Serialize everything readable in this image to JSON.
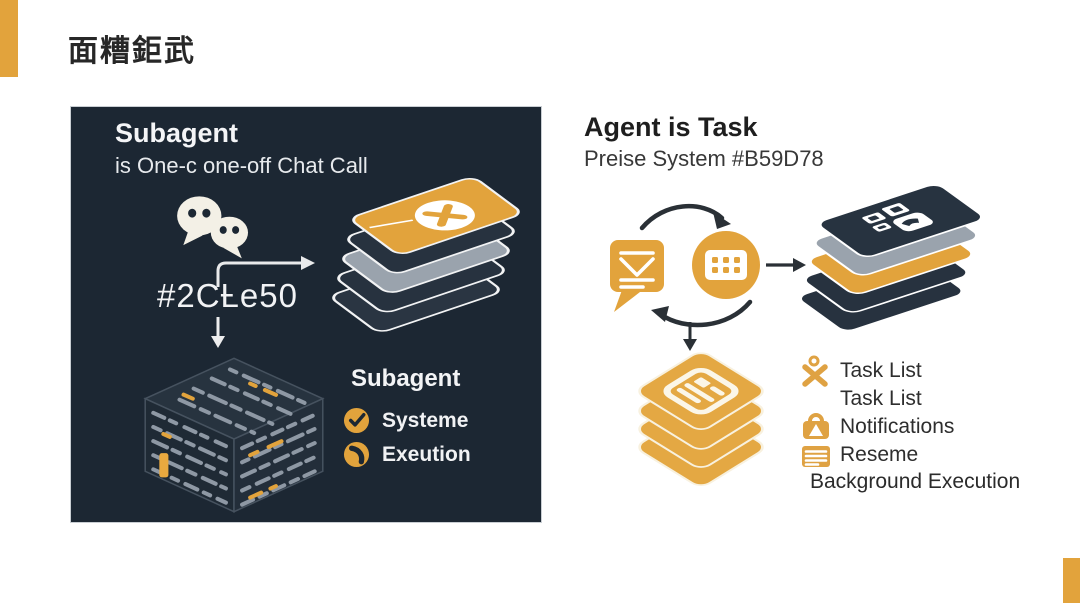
{
  "page": {
    "title": "面糟鉅武"
  },
  "colors": {
    "accent_orange": "#E2A33C",
    "panel_navy": "#1C2733",
    "card_gray": "#9AA3AD",
    "card_navy": "#27323F",
    "arrow_dark": "#2A3036"
  },
  "left_panel": {
    "heading": "Subagent",
    "subheading": "is One-c one-off Chat Call",
    "chat_id": "#2CȽe50",
    "stack_label": "Subagent",
    "features": [
      {
        "icon": "check-icon",
        "label": "Systeme"
      },
      {
        "icon": "phone-icon",
        "label": "Exeution"
      }
    ],
    "icons": [
      "wechat-bubbles-icon",
      "cancel-card-stack-icon",
      "code-cube-icon",
      "flow-arrow-icon",
      "down-arrow-icon"
    ]
  },
  "right_panel": {
    "heading": "Agent is Task",
    "subheading": "Preise System #B59D78",
    "features": [
      {
        "icon": "task-x-icon",
        "label": "Task List"
      },
      {
        "icon": "none",
        "label": "Task List"
      },
      {
        "icon": "notification-badge-icon",
        "label": "Notifications"
      },
      {
        "icon": "document-lines-icon",
        "label": "Reseme"
      }
    ],
    "footer": "Background Execution",
    "icons": [
      "message-bubble-icon",
      "cycle-arrows-icon",
      "calendar-grid-icon",
      "right-arrow-icon",
      "qr-card-stack-icon",
      "down-arrow-icon",
      "document-card-stack-icon"
    ]
  }
}
